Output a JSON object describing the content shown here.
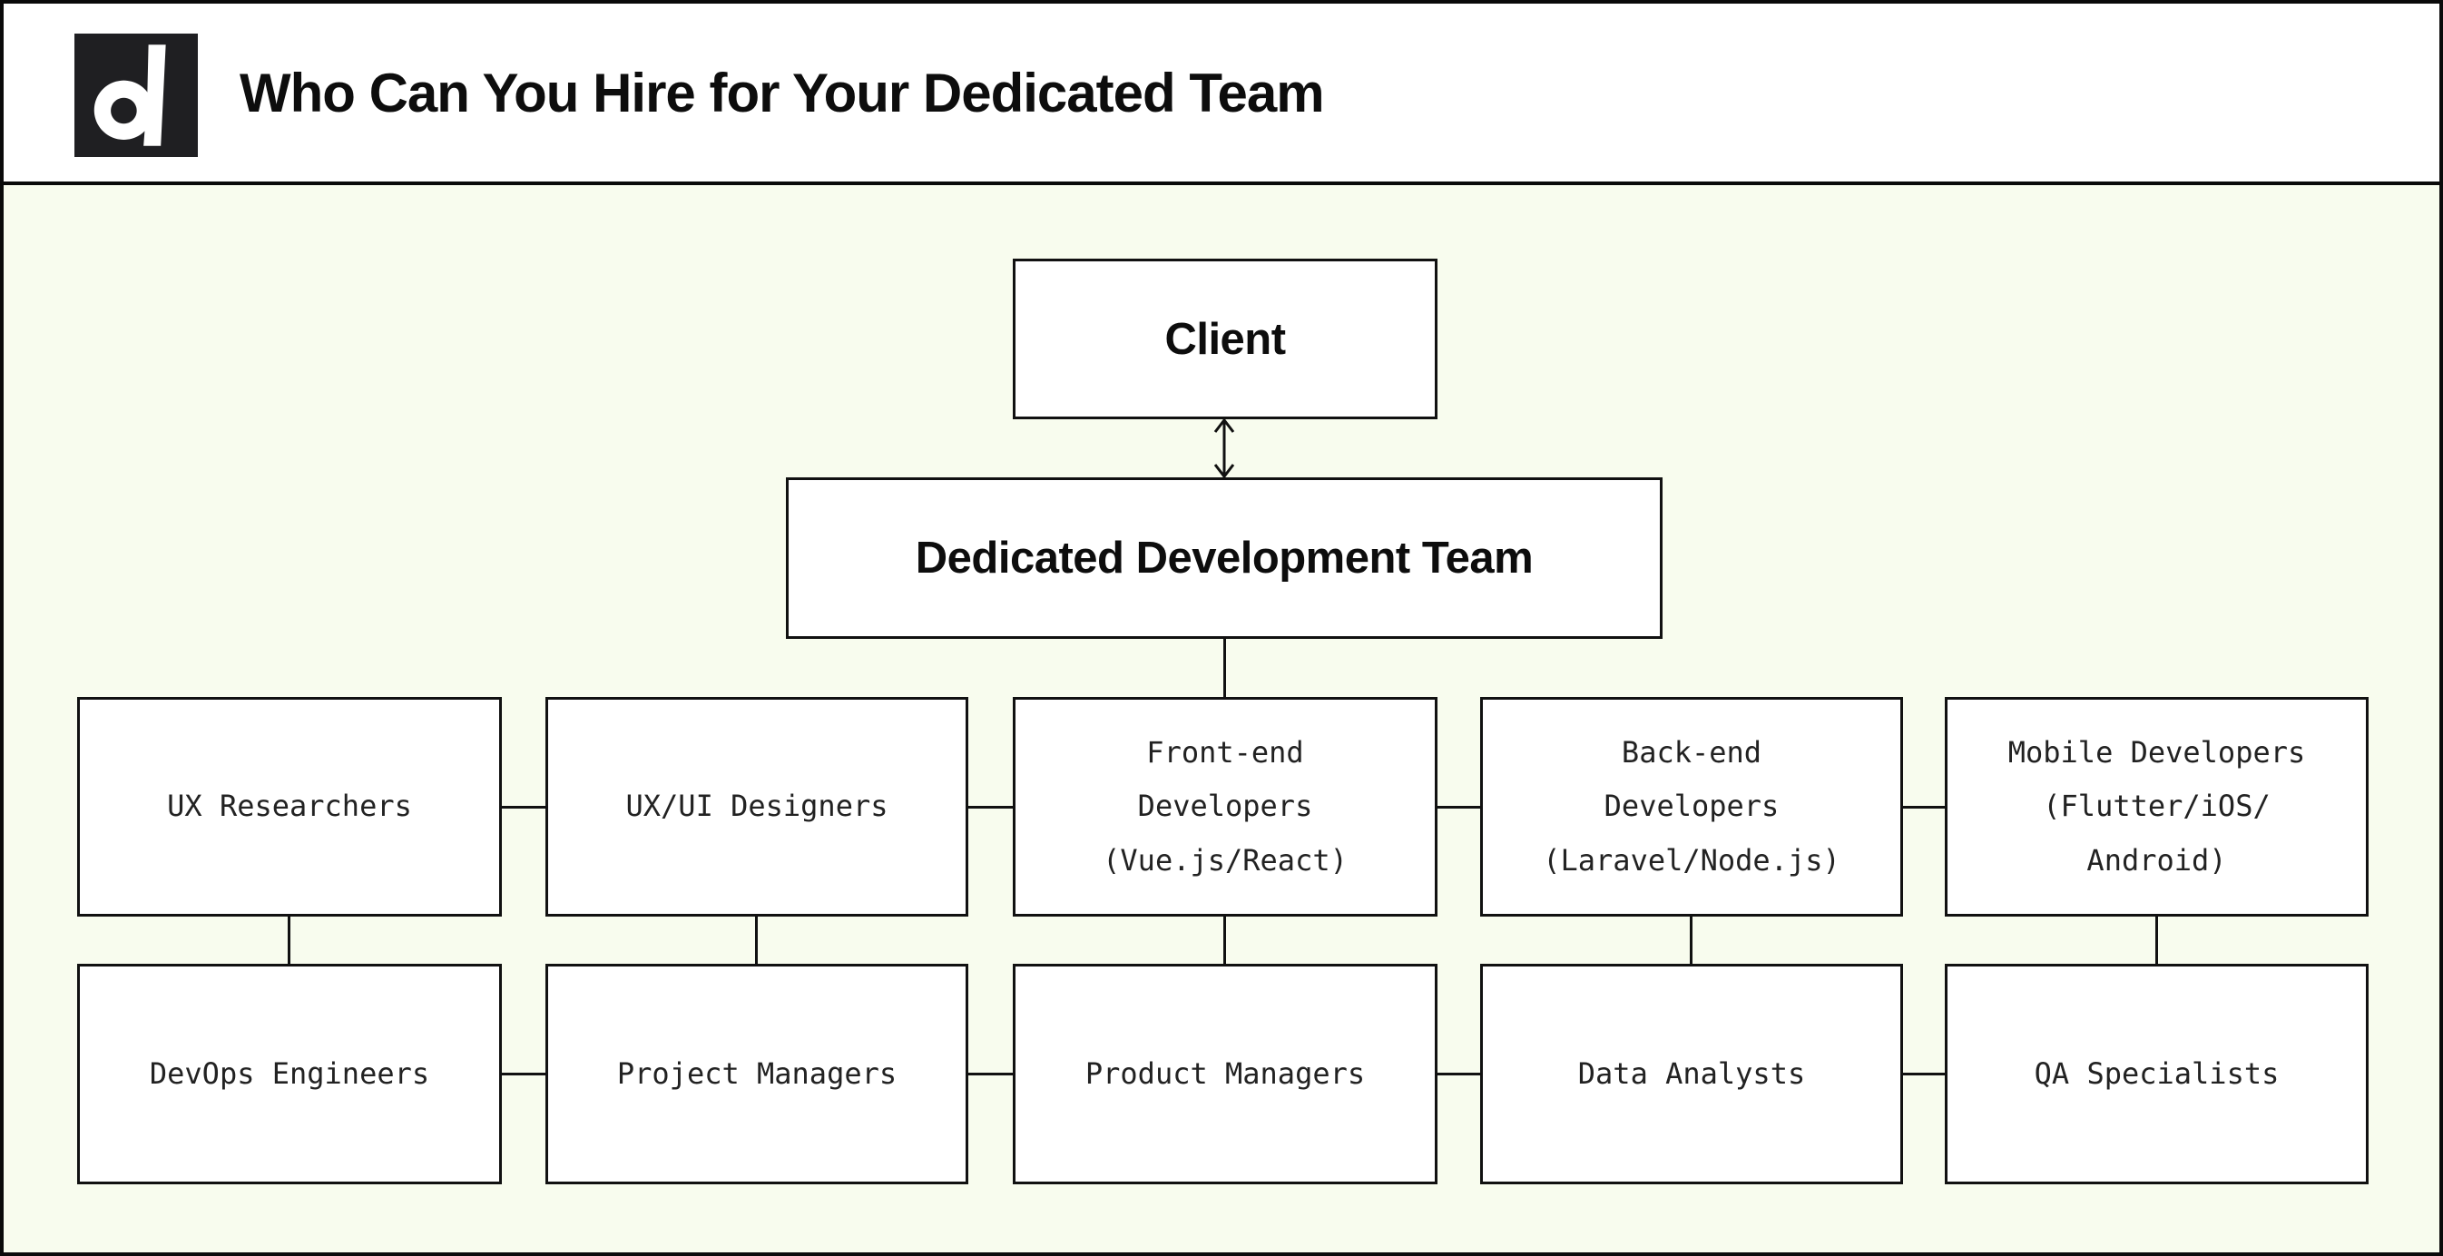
{
  "header": {
    "logo_letter": "d",
    "title": "Who Can You Hire for Your Dedicated Team"
  },
  "diagram": {
    "client": "Client",
    "team": "Dedicated Development Team",
    "row1": [
      "UX Researchers",
      "UX/UI Designers",
      "Front-end\nDevelopers\n(Vue.js/React)",
      "Back-end\nDevelopers\n(Laravel/Node.js)",
      "Mobile Developers\n(Flutter/iOS/\nAndroid)"
    ],
    "row2": [
      "DevOps Engineers",
      "Project Managers",
      "Product Managers",
      "Data Analysts",
      "QA Specialists"
    ]
  },
  "colors": {
    "background": "#f8fcee",
    "header_background": "#ffffff",
    "box_fill": "#ffffff",
    "line": "#111111",
    "logo_background": "#1f1f22",
    "logo_glyph": "#ffffff",
    "text": "#0d0d0d"
  }
}
